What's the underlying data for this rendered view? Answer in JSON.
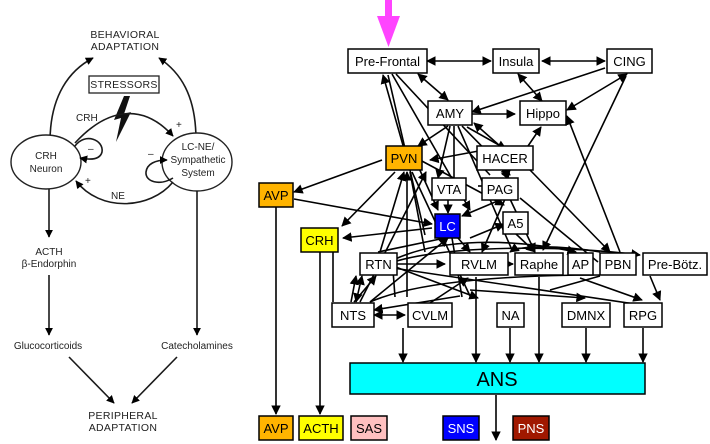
{
  "left_diagram": {
    "top_label": [
      "BEHAVIORAL",
      "ADAPTATION"
    ],
    "stressors": "STRESSORS",
    "crh_label": "CRH",
    "ne_label": "NE",
    "crh_neuron": [
      "CRH",
      "Neuron"
    ],
    "lcne": [
      "LC-NE/",
      "Sympathetic",
      "System"
    ],
    "plus": "+",
    "minus": "–",
    "acth": [
      "ACTH",
      "β-Endorphin"
    ],
    "glucocorticoids": "Glucocorticoids",
    "catecholamines": "Catecholamines",
    "bottom_label": [
      "PERIPHERAL",
      "ADAPTATION"
    ]
  },
  "right_diagram": {
    "colors": {
      "input_arrow": "#ff44ff",
      "orange": "#ffb400",
      "yellow": "#ffff00",
      "blue": "#0000ff",
      "cyan": "#00ffff",
      "pink": "#ffc0c0",
      "darkred": "#a01800"
    },
    "nodes": {
      "prefrontal": "Pre-Frontal",
      "insula": "Insula",
      "cing": "CING",
      "amy": "AMY",
      "hippo": "Hippo",
      "pvn": "PVN",
      "hacer": "HACER",
      "vta": "VTA",
      "pag": "PAG",
      "avp": "AVP",
      "lc": "LC",
      "a5": "A5",
      "crh": "CRH",
      "rtn": "RTN",
      "rvlm": "RVLM",
      "raphe": "Raphe",
      "ap": "AP",
      "pbn": "PBN",
      "prebotz": "Pre-Bötz.",
      "nts": "NTS",
      "cvlm": "CVLM",
      "na": "NA",
      "dmnx": "DMNX",
      "rpg": "RPG",
      "ans": "ANS"
    },
    "outputs": {
      "avp": "AVP",
      "acth": "ACTH",
      "sas": "SAS",
      "sns": "SNS",
      "pns": "PNS"
    }
  }
}
